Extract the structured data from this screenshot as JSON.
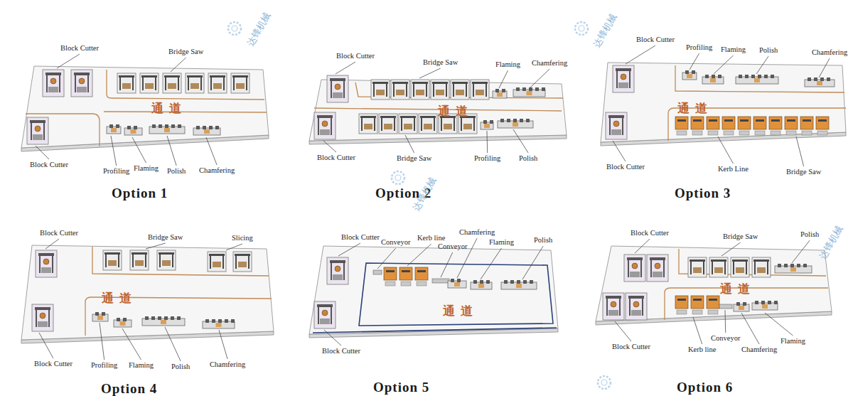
{
  "diagram": {
    "labels": [
      "Block Cutter",
      "Bridge Saw",
      "通道",
      "Block Cutter",
      "Profiling",
      "Flaming",
      "Polish",
      "Chamfering",
      "Option 1",
      "Block Cutter",
      "Bridge Saw",
      "Flaming",
      "Chamfering",
      "通道",
      "Block Cutter",
      "Bridge Saw",
      "Profiling",
      "Polish",
      "Option 2",
      "Block Cutter",
      "Profiling",
      "Flaming",
      "Polish",
      "Chamfering",
      "通道",
      "Block Cutter",
      "Kerb Line",
      "Bridge Saw",
      "Option 3",
      "Block Cutter",
      "Bridge Saw",
      "Slicing",
      "通道",
      "Block Cutter",
      "Profiling",
      "Flaming",
      "Polish",
      "Chamfering",
      "Option 4",
      "Block Cutter",
      "Conveyor",
      "Kerb line",
      "Chamfering",
      "Conveyor",
      "Flaming",
      "Polish",
      "通道",
      "Block Cutter",
      "Option 5",
      "Block Cutter",
      "Bridge Saw",
      "Polish",
      "通道",
      "Block Cutter",
      "Kerb line",
      "Conveyor",
      "Chamfering",
      "Flaming",
      "Option 6",
      "达锋机械",
      "达锋机械",
      "达锋机械",
      "达锋机械"
    ]
  }
}
